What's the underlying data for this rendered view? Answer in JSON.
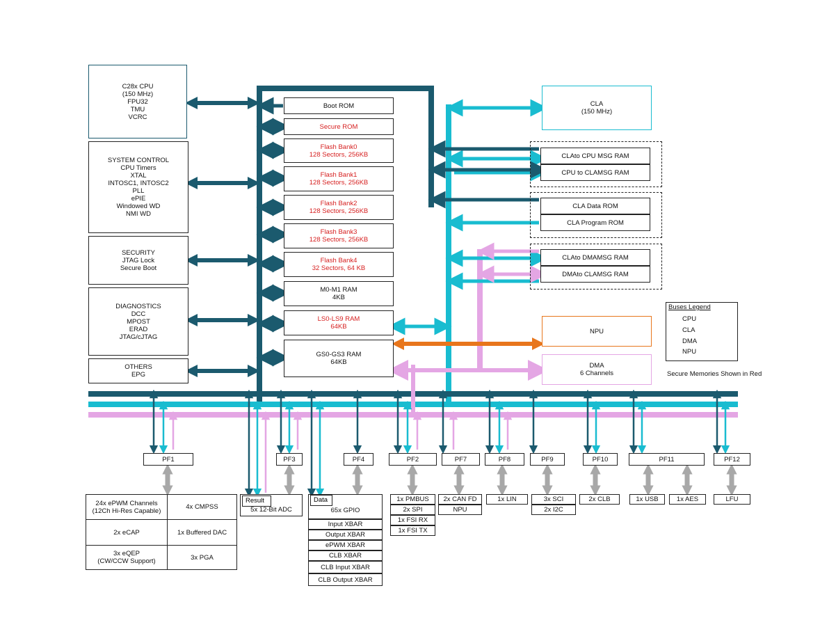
{
  "colors": {
    "cpu": "#1b5a6e",
    "cla": "#19bcd0",
    "dma": "#e4a6e4",
    "npu": "#e8761c",
    "peripheral_link": "#a8a8a8",
    "secure": "#d61e1e"
  },
  "left_blocks": {
    "cpu": "C28x CPU\n(150 MHz)\nFPU32\nTMU\nVCRC",
    "system_control": "SYSTEM CONTROL\nCPU Timers\nXTAL\nINTOSC1, INTOSC2\nPLL\nePIE\nWindowed WD\nNMI WD",
    "security": "SECURITY\nJTAG Lock\nSecure Boot",
    "diagnostics": "DIAGNOSTICS\nDCC\nMPOST\nERAD\nJTAG/cJTAG",
    "others": "OTHERS\nEPG"
  },
  "memory": {
    "boot_rom": "Boot ROM",
    "secure_rom": "Secure ROM",
    "flash0": "Flash Bank0\n128 Sectors, 256KB",
    "flash1": "Flash Bank1\n128 Sectors, 256KB",
    "flash2": "Flash Bank2\n128 Sectors, 256KB",
    "flash3": "Flash Bank3\n128 Sectors, 256KB",
    "flash4": "Flash Bank4\n32 Sectors, 64 KB",
    "m0m1": "M0-M1 RAM\n4KB",
    "ls": "LS0-LS9 RAM\n64KB",
    "gs": "GS0-GS3 RAM\n64KB"
  },
  "right_blocks": {
    "cla": "CLA\n(150 MHz)",
    "cla_to_cpu": "CLAto CPU MSG RAM",
    "cpu_to_cla": "CPU to CLAMSG RAM",
    "cla_data_rom": "CLA Data ROM",
    "cla_program_rom": "CLA Program ROM",
    "cla_to_dma": "CLAto DMAMSG RAM",
    "dma_to_cla": "DMAto CLAMSG RAM",
    "npu": "NPU",
    "dma": "DMA\n6 Channels"
  },
  "legend": {
    "title": "Buses Legend",
    "items": [
      {
        "label": "CPU",
        "color": "#1b5a6e"
      },
      {
        "label": "CLA",
        "color": "#19bcd0"
      },
      {
        "label": "DMA",
        "color": "#e4a6e4"
      },
      {
        "label": "NPU",
        "color": "#e8761c"
      }
    ],
    "secure_note": "Secure Memories Shown in Red"
  },
  "pf": [
    "PF1",
    "PF3",
    "PF4",
    "PF2",
    "PF7",
    "PF8",
    "PF9",
    "PF10",
    "PF11",
    "PF12"
  ],
  "peripherals": {
    "pf1": [
      "24x ePWM Channels\n(12Ch Hi-Res Capable)",
      "4x CMPSS",
      "2x eCAP",
      "1x Buffered DAC",
      "3x eQEP\n(CW/CCW Support)",
      "3x PGA"
    ],
    "adc_result": "Result",
    "adc": "5x 12-Bit ADC",
    "data": "Data",
    "gpio": "65x GPIO",
    "xbar": [
      "Input XBAR",
      "Output XBAR",
      "ePWM XBAR",
      "CLB XBAR",
      "CLB Input XBAR",
      "CLB Output XBAR"
    ],
    "pf2": [
      "1x PMBUS",
      "2x SPI",
      "1x FSI RX",
      "1x FSI TX"
    ],
    "pf7": [
      "2x CAN FD",
      "NPU"
    ],
    "pf8": [
      "1x LIN"
    ],
    "pf9": [
      "3x SCI",
      "2x I2C"
    ],
    "pf10": [
      "2x CLB"
    ],
    "pf11": [
      "1x USB",
      "1x AES"
    ],
    "pf12": [
      "LFU"
    ]
  }
}
